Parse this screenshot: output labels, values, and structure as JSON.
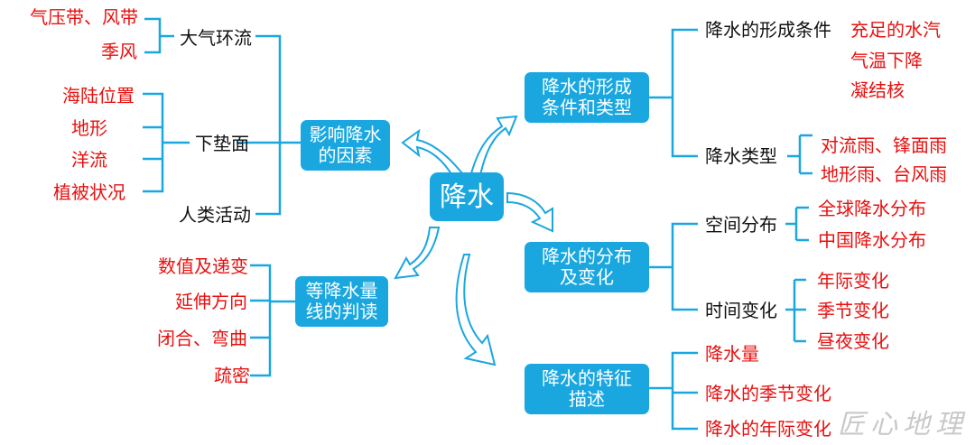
{
  "center": "降水",
  "colors": {
    "box": "#1aa7e0",
    "line": "#1aa7e0",
    "factor_text": "#e8100f",
    "label_text": "#111111"
  },
  "left_top": {
    "box": "影响降水\n的因素",
    "atmo": {
      "label": "大气环流",
      "items": [
        "气压带、风带",
        "季风"
      ]
    },
    "surface": {
      "label": "下垫面",
      "items": [
        "海陆位置",
        "地形",
        "洋流",
        "植被状况"
      ]
    },
    "human": {
      "label": "人类活动"
    }
  },
  "left_bottom": {
    "box": "等降水量\n线的判读",
    "items": [
      "数值及递变",
      "延伸方向",
      "闭合、弯曲",
      "疏密"
    ]
  },
  "right_top": {
    "box": "降水的形成\n条件和类型",
    "conditions": {
      "label": "降水的形成条件",
      "items": [
        "充足的水汽",
        "气温下降",
        "凝结核"
      ]
    },
    "types": {
      "label": "降水类型",
      "items": [
        "对流雨、锋面雨",
        "地形雨、台风雨"
      ]
    }
  },
  "right_mid": {
    "box": "降水的分布\n及变化",
    "space": {
      "label": "空间分布",
      "items": [
        "全球降水分布",
        "中国降水分布"
      ]
    },
    "time": {
      "label": "时间变化",
      "items": [
        "年际变化",
        "季节变化",
        "昼夜变化"
      ]
    }
  },
  "right_bottom": {
    "box": "降水的特征\n描述",
    "items": [
      "降水量",
      "降水的季节变化",
      "降水的年际变化"
    ]
  },
  "watermark": "匠心地理"
}
